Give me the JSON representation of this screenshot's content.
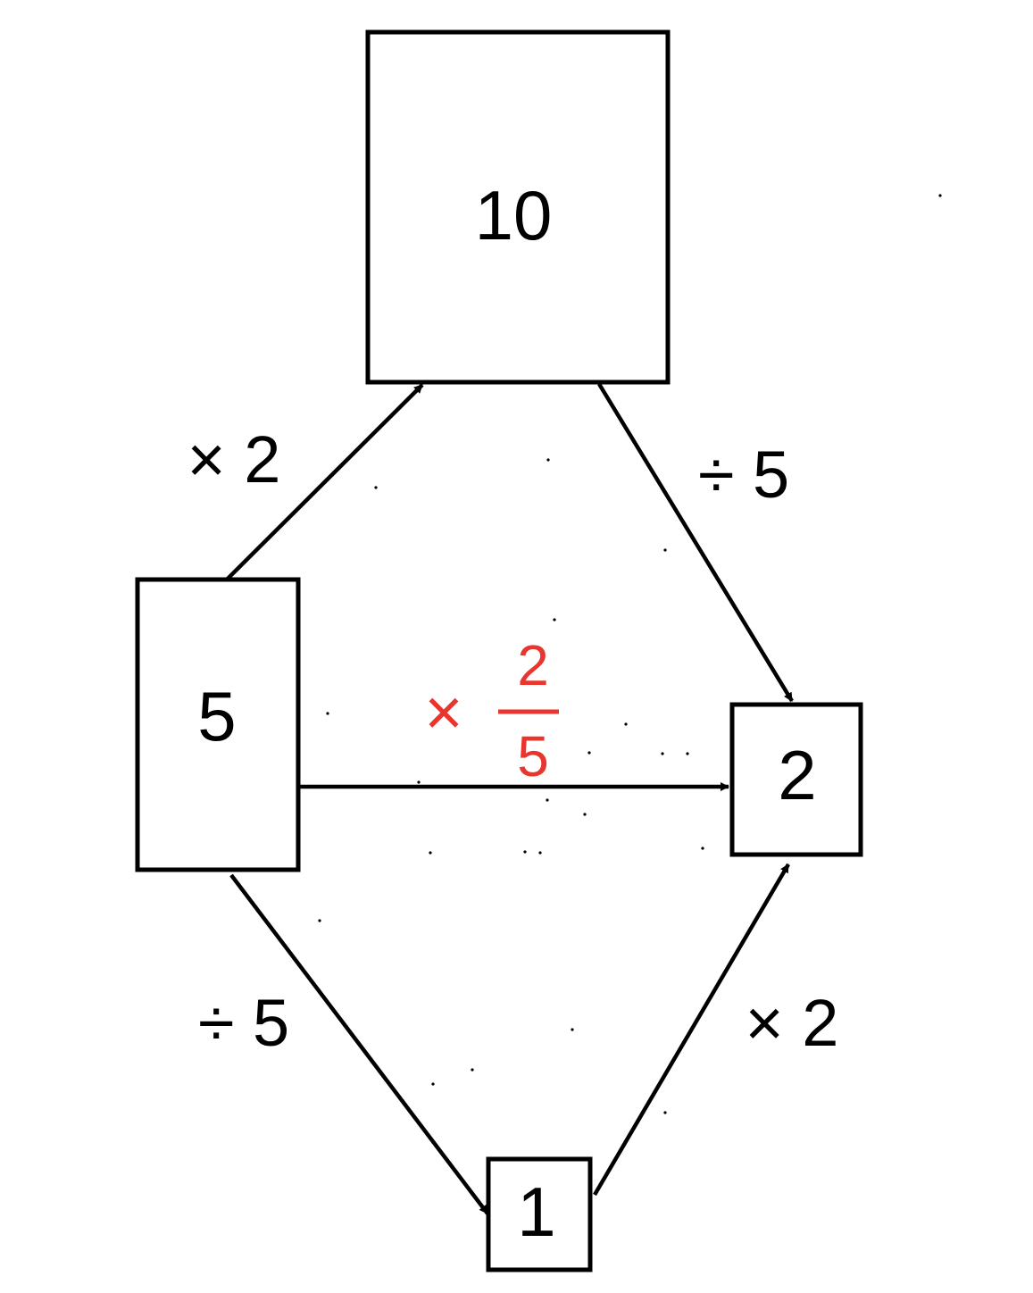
{
  "nodes": {
    "top": "10",
    "left": "5",
    "right": "2",
    "bottom": "1"
  },
  "edges": {
    "left_to_top": "× 2",
    "top_to_right": "÷ 5",
    "left_to_bottom": "÷ 5",
    "bottom_to_right": "× 2",
    "left_to_right": {
      "op": "×",
      "numerator": "2",
      "denominator": "5",
      "color": "#e8362e"
    }
  }
}
